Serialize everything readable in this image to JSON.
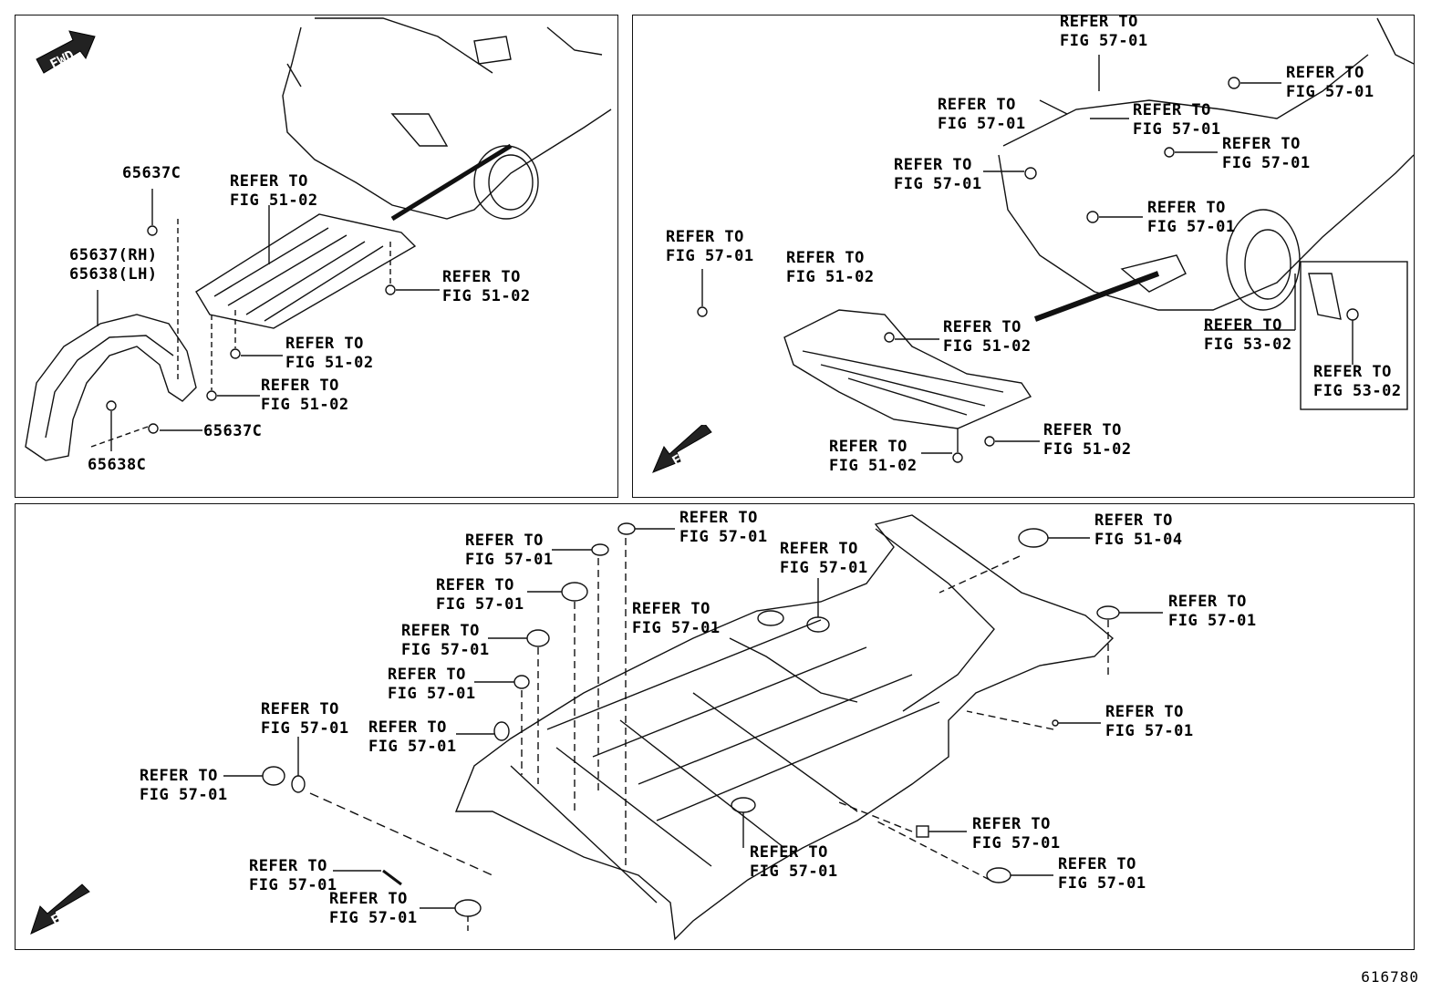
{
  "panels": {
    "top_left": {
      "labels": {
        "a": [
          "65637C"
        ],
        "b": [
          "65637(RH)",
          "65638(LH)"
        ],
        "c": [
          "REFER TO",
          "FIG 51-02"
        ],
        "d": [
          "REFER TO",
          "FIG 51-02"
        ],
        "e": [
          "REFER TO",
          "FIG 51-02"
        ],
        "f": [
          "REFER TO",
          "FIG 51-02"
        ],
        "g": [
          "65637C"
        ],
        "h": [
          "65638C"
        ]
      },
      "fwd": "FWD"
    },
    "top_right": {
      "labels": {
        "a": [
          "REFER TO",
          "FIG 57-01"
        ],
        "b": [
          "REFER TO",
          "FIG 57-01"
        ],
        "c": [
          "REFER TO",
          "FIG 57-01"
        ],
        "d": [
          "REFER TO",
          "FIG 57-01"
        ],
        "e": [
          "REFER TO",
          "FIG 57-01"
        ],
        "f": [
          "REFER TO",
          "FIG 57-01"
        ],
        "g": [
          "REFER TO",
          "FIG 57-01"
        ],
        "h": [
          "REFER TO",
          "FIG 57-01"
        ],
        "i": [
          "REFER TO",
          "FIG 51-02"
        ],
        "j": [
          "REFER TO",
          "FIG 51-02"
        ],
        "k": [
          "REFER TO",
          "FIG 53-02"
        ],
        "l": [
          "REFER TO",
          "FIG 53-02"
        ],
        "m": [
          "REFER TO",
          "FIG 51-02"
        ],
        "n": [
          "REFER TO",
          "FIG 51-02"
        ]
      },
      "fwd": "FWD"
    },
    "bottom": {
      "labels": {
        "a": [
          "REFER TO",
          "FIG 57-01"
        ],
        "b": [
          "REFER TO",
          "FIG 57-01"
        ],
        "c": [
          "REFER TO",
          "FIG 57-01"
        ],
        "d": [
          "REFER TO",
          "FIG 57-01"
        ],
        "e": [
          "REFER TO",
          "FIG 57-01"
        ],
        "f": [
          "REFER TO",
          "FIG 57-01"
        ],
        "g": [
          "REFER TO",
          "FIG 57-01"
        ],
        "h": [
          "REFER TO",
          "FIG 57-01"
        ],
        "i": [
          "REFER TO",
          "FIG 57-01"
        ],
        "j": [
          "REFER TO",
          "FIG 51-04"
        ],
        "k": [
          "REFER TO",
          "FIG 57-01"
        ],
        "l": [
          "REFER TO",
          "FIG 57-01"
        ],
        "m": [
          "REFER TO",
          "FIG 57-01"
        ],
        "n": [
          "REFER TO",
          "FIG 57-01"
        ],
        "o": [
          "REFER TO",
          "FIG 57-01"
        ],
        "p": [
          "REFER TO",
          "FIG 57-01"
        ],
        "q": [
          "REFER TO",
          "FIG 57-01"
        ],
        "r": [
          "REFER TO",
          "FIG 57-01"
        ]
      },
      "fwd": "FWD"
    }
  },
  "diagram_number": "616780"
}
